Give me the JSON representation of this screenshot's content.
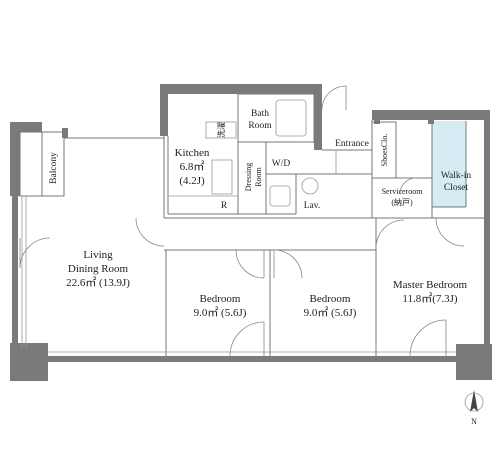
{
  "colors": {
    "wall": "#7a7a7a",
    "walk_in_closet": "#d6ecf5",
    "background": "#ffffff"
  },
  "rooms": {
    "balcony": {
      "name": "Balcony"
    },
    "kitchen": {
      "name": "Kitchen",
      "area": "6.8㎡",
      "jo": "(4.2J)"
    },
    "bath": {
      "line1": "Bath",
      "line2": "Room"
    },
    "dressing": {
      "line1": "Dressing",
      "line2": "Room"
    },
    "wd": {
      "name": "W/D"
    },
    "lav": {
      "name": "Lav."
    },
    "entrance": {
      "name": "Entrance"
    },
    "shoes": {
      "name": "ShoesClo."
    },
    "walkin": {
      "line1": "Walk-in",
      "line2": "Closet"
    },
    "serviceroom": {
      "name": "Serviceroom",
      "sub": "(納戸)"
    },
    "living": {
      "line1": "Living",
      "line2": "Dining Room",
      "area": "22.6㎡ (13.9J)"
    },
    "bedroom1": {
      "name": "Bedroom",
      "area": "9.0㎡ (5.6J)"
    },
    "bedroom2": {
      "name": "Bedroom",
      "area": "9.0㎡ (5.6J)"
    },
    "master": {
      "name": "Master Bedroom",
      "area": "11.8㎡(7.3J)"
    }
  },
  "fixtures": {
    "fridge": "R",
    "kitchen_vertical": "洗濯"
  },
  "compass": {
    "letter": "N"
  }
}
